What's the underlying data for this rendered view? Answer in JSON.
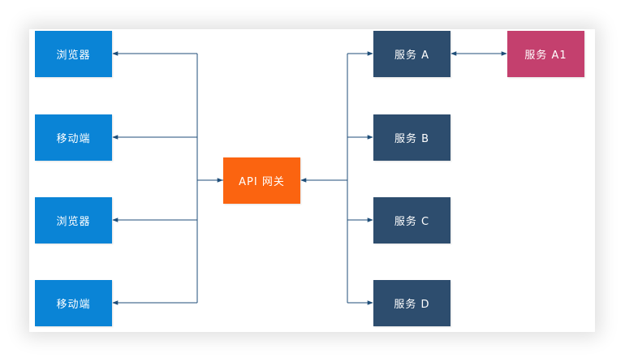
{
  "clients": [
    {
      "id": "c1",
      "label": "浏览器"
    },
    {
      "id": "c2",
      "label": "移动端"
    },
    {
      "id": "c3",
      "label": "浏览器"
    },
    {
      "id": "c4",
      "label": "移动端"
    }
  ],
  "gateway": {
    "label": "API 网关"
  },
  "services": [
    {
      "id": "sa",
      "label": "服务 A"
    },
    {
      "id": "sb",
      "label": "服务 B"
    },
    {
      "id": "sc",
      "label": "服务 C"
    },
    {
      "id": "sd",
      "label": "服务 D"
    }
  ],
  "sub_service": {
    "label": "服务 A1"
  },
  "colors": {
    "client": "#0a84d6",
    "gateway": "#fb6410",
    "service": "#2d4d6e",
    "sub_service": "#c4406e",
    "connector": "#1f4e79"
  }
}
